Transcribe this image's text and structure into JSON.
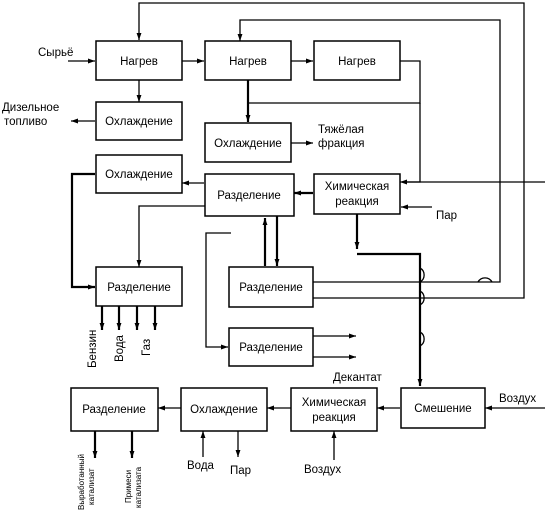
{
  "boxes": {
    "heat1": "Нагрев",
    "heat2": "Нагрев",
    "heat3": "Нагрев",
    "cool1": "Охлаждение",
    "cool2": "Охлаждение",
    "cool3": "Охлаждение",
    "cool_bottom": "Охлаждение",
    "sep_main": "Разделение",
    "sep_left": "Разделение",
    "sep_mid1": "Разделение",
    "sep_mid2": "Разделение",
    "sep_bottom": "Разделение",
    "chem1_line1": "Химическая",
    "chem1_line2": "реакция",
    "chem2_line1": "Химическая",
    "chem2_line2": "реакция",
    "mixing": "Смешение"
  },
  "streams": {
    "raw": "Сырьё",
    "diesel_line1": "Дизельное",
    "diesel_line2": "топливо",
    "heavy_line1": "Тяжёлая",
    "heavy_line2": "фракция",
    "steam_top": "Пар",
    "gasoline": "Бензин",
    "water_left": "Вода",
    "gas": "Газ",
    "decantate": "Декантат",
    "air_right": "Воздух",
    "water_bottom": "Вода",
    "steam_bottom": "Пар",
    "air_bottom": "Воздух",
    "spent_cat_line1": "Выработанный",
    "spent_cat_line2": "катализат",
    "impurities_line1": "Примеси",
    "impurities_line2": "катализата"
  },
  "colors": {
    "ink": "#000000",
    "background": "#ffffff"
  }
}
